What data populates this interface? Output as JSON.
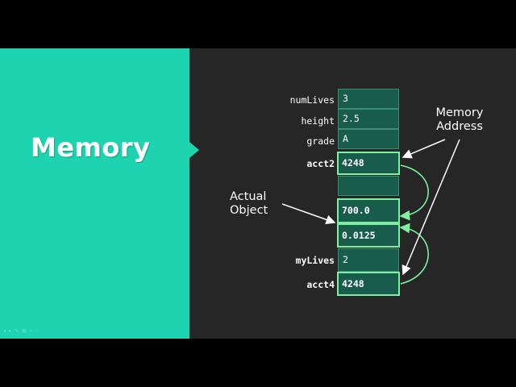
{
  "slide": {
    "title": "Memory"
  },
  "memory": {
    "rows": [
      {
        "label": "numLives",
        "value": "3",
        "label_bold": false,
        "highlight": false
      },
      {
        "label": "height",
        "value": "2.5",
        "label_bold": false,
        "highlight": false
      },
      {
        "label": "grade",
        "value": "A",
        "label_bold": false,
        "highlight": false
      },
      {
        "label": "acct2",
        "value": "4248",
        "label_bold": true,
        "highlight": true
      },
      {
        "label": "",
        "value": "",
        "label_bold": false,
        "highlight": false
      },
      {
        "label": "",
        "value": "700.0",
        "label_bold": false,
        "highlight": true
      },
      {
        "label": "",
        "value": "0.0125",
        "label_bold": false,
        "highlight": true
      },
      {
        "label": "myLives",
        "value": "2",
        "label_bold": true,
        "highlight": false
      },
      {
        "label": "acct4",
        "value": "4248",
        "label_bold": true,
        "highlight": true
      }
    ]
  },
  "annotations": {
    "memory_address": [
      "Memory",
      "Address"
    ],
    "actual_object": [
      "Actual",
      "Object"
    ]
  },
  "colors": {
    "teal_panel": "#1dd3b0",
    "slide_background": "#262626",
    "cell_fill": "#185d4c",
    "highlight_border": "#7df0a2"
  }
}
